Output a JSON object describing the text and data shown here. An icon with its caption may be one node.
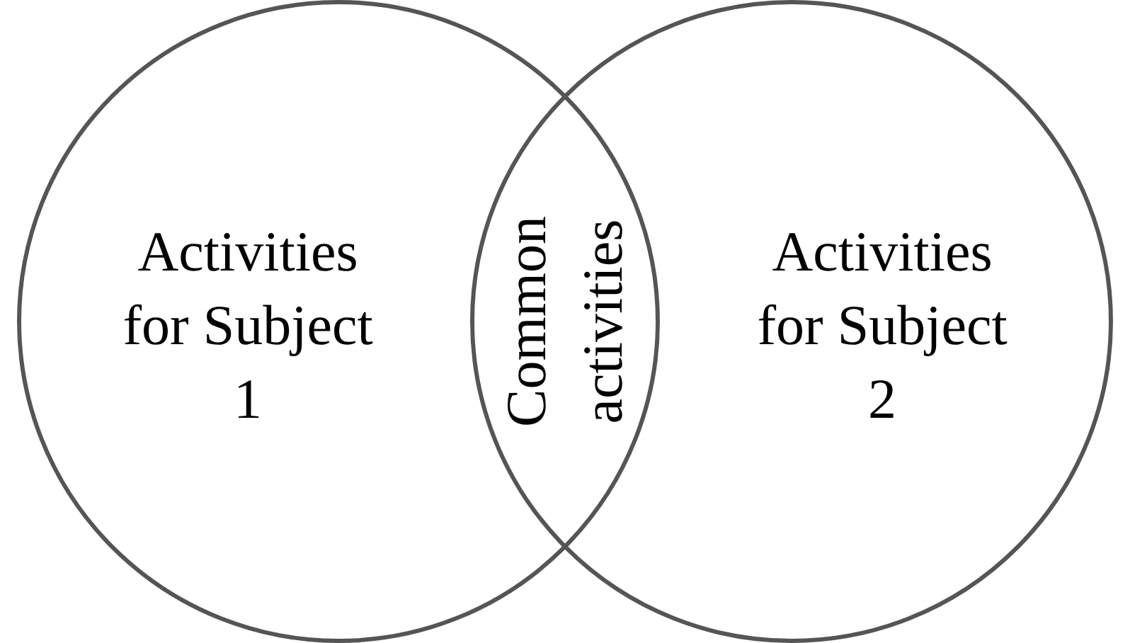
{
  "diagram": {
    "nodes": [
      {
        "text": [
          "Activities for Subject 1"
        ]
      },
      {
        "text": [
          "Activities for Subject 2"
        ]
      },
      {
        "text": [
          "Common activities"
        ]
      }
    ]
  }
}
